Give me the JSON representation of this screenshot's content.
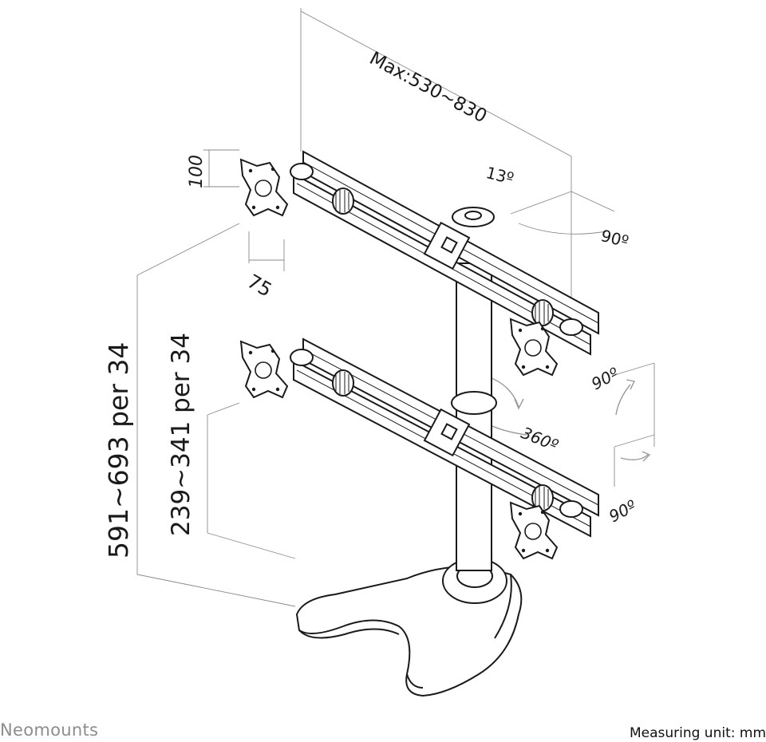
{
  "labels": {
    "max_width": "Max:530~830",
    "tilt_top": "13º",
    "swivel_top": "90º",
    "height_upper": "591~693 per 34",
    "height_lower": "239~341 per 34",
    "vesa_h": "100",
    "vesa_w": "75",
    "rotate_upper": "90º",
    "rotate_pole": "360º",
    "rotate_lower": "90º"
  },
  "footer": {
    "brand": "Neomounts",
    "unit": "Measuring unit: mm"
  }
}
